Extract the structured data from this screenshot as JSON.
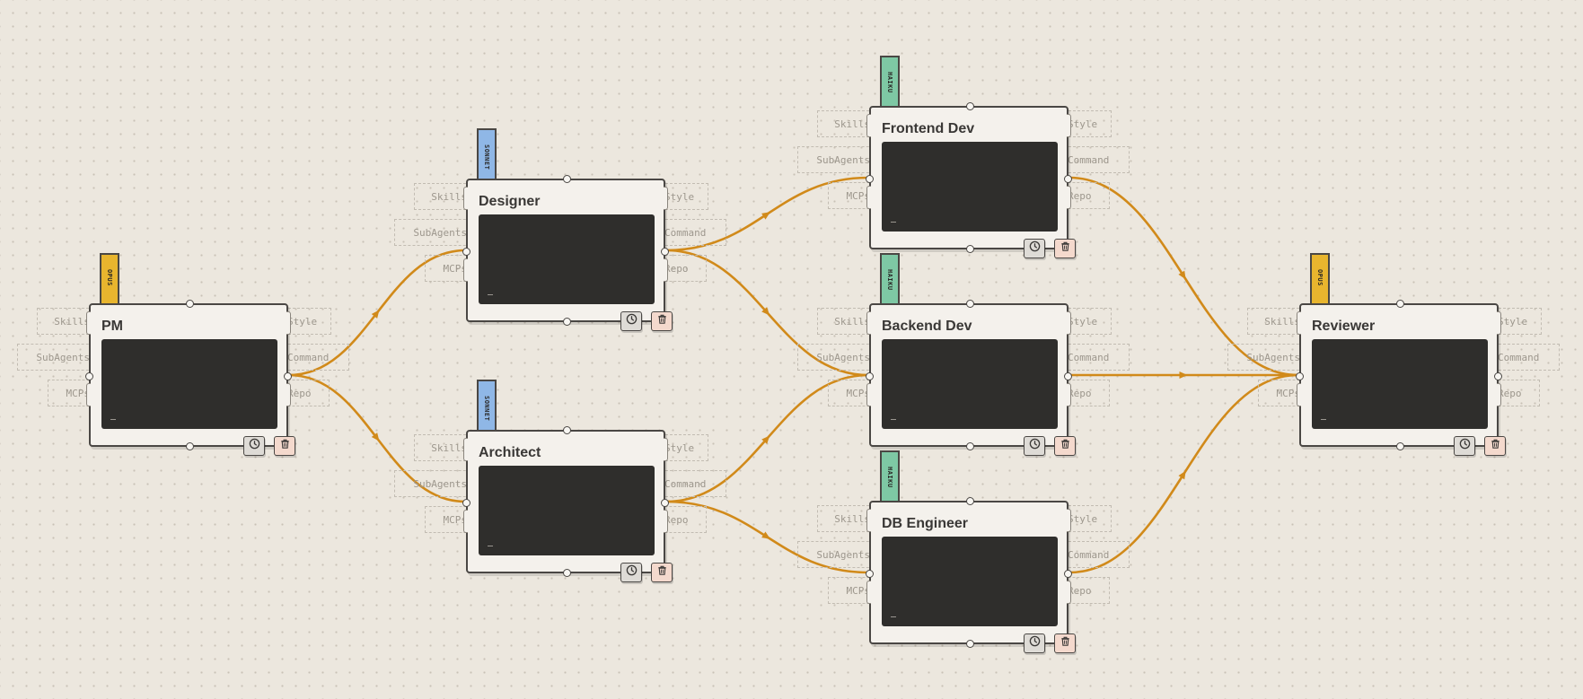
{
  "ports": {
    "skills": "Skills",
    "subagents": "SubAgents",
    "mcps": "MCPs",
    "style": "Style",
    "command": "Command",
    "repo": "Repo"
  },
  "models": {
    "opus": "OPUS",
    "sonnet": "SONNET",
    "haiku": "HAIKU"
  },
  "model_colors": {
    "OPUS": "#e8b52e",
    "SONNET": "#8fb7e6",
    "HAIKU": "#7ec8a4"
  },
  "edge_color": "#d18a1a",
  "terminal_cursor": "_",
  "nodes": [
    {
      "id": "pm",
      "title": "PM",
      "model": "OPUS",
      "icon": "clock-icon"
    },
    {
      "id": "designer",
      "title": "Designer",
      "model": "SONNET"
    },
    {
      "id": "architect",
      "title": "Architect",
      "model": "SONNET"
    },
    {
      "id": "frontend",
      "title": "Frontend Dev",
      "model": "HAIKU"
    },
    {
      "id": "backend",
      "title": "Backend Dev",
      "model": "HAIKU"
    },
    {
      "id": "db",
      "title": "DB Engineer",
      "model": "HAIKU"
    },
    {
      "id": "reviewer",
      "title": "Reviewer",
      "model": "OPUS"
    }
  ],
  "edges": [
    {
      "from": "pm",
      "to": "designer"
    },
    {
      "from": "pm",
      "to": "architect"
    },
    {
      "from": "designer",
      "to": "frontend"
    },
    {
      "from": "designer",
      "to": "backend"
    },
    {
      "from": "architect",
      "to": "backend"
    },
    {
      "from": "architect",
      "to": "db"
    },
    {
      "from": "frontend",
      "to": "reviewer"
    },
    {
      "from": "backend",
      "to": "reviewer"
    },
    {
      "from": "db",
      "to": "reviewer"
    }
  ]
}
